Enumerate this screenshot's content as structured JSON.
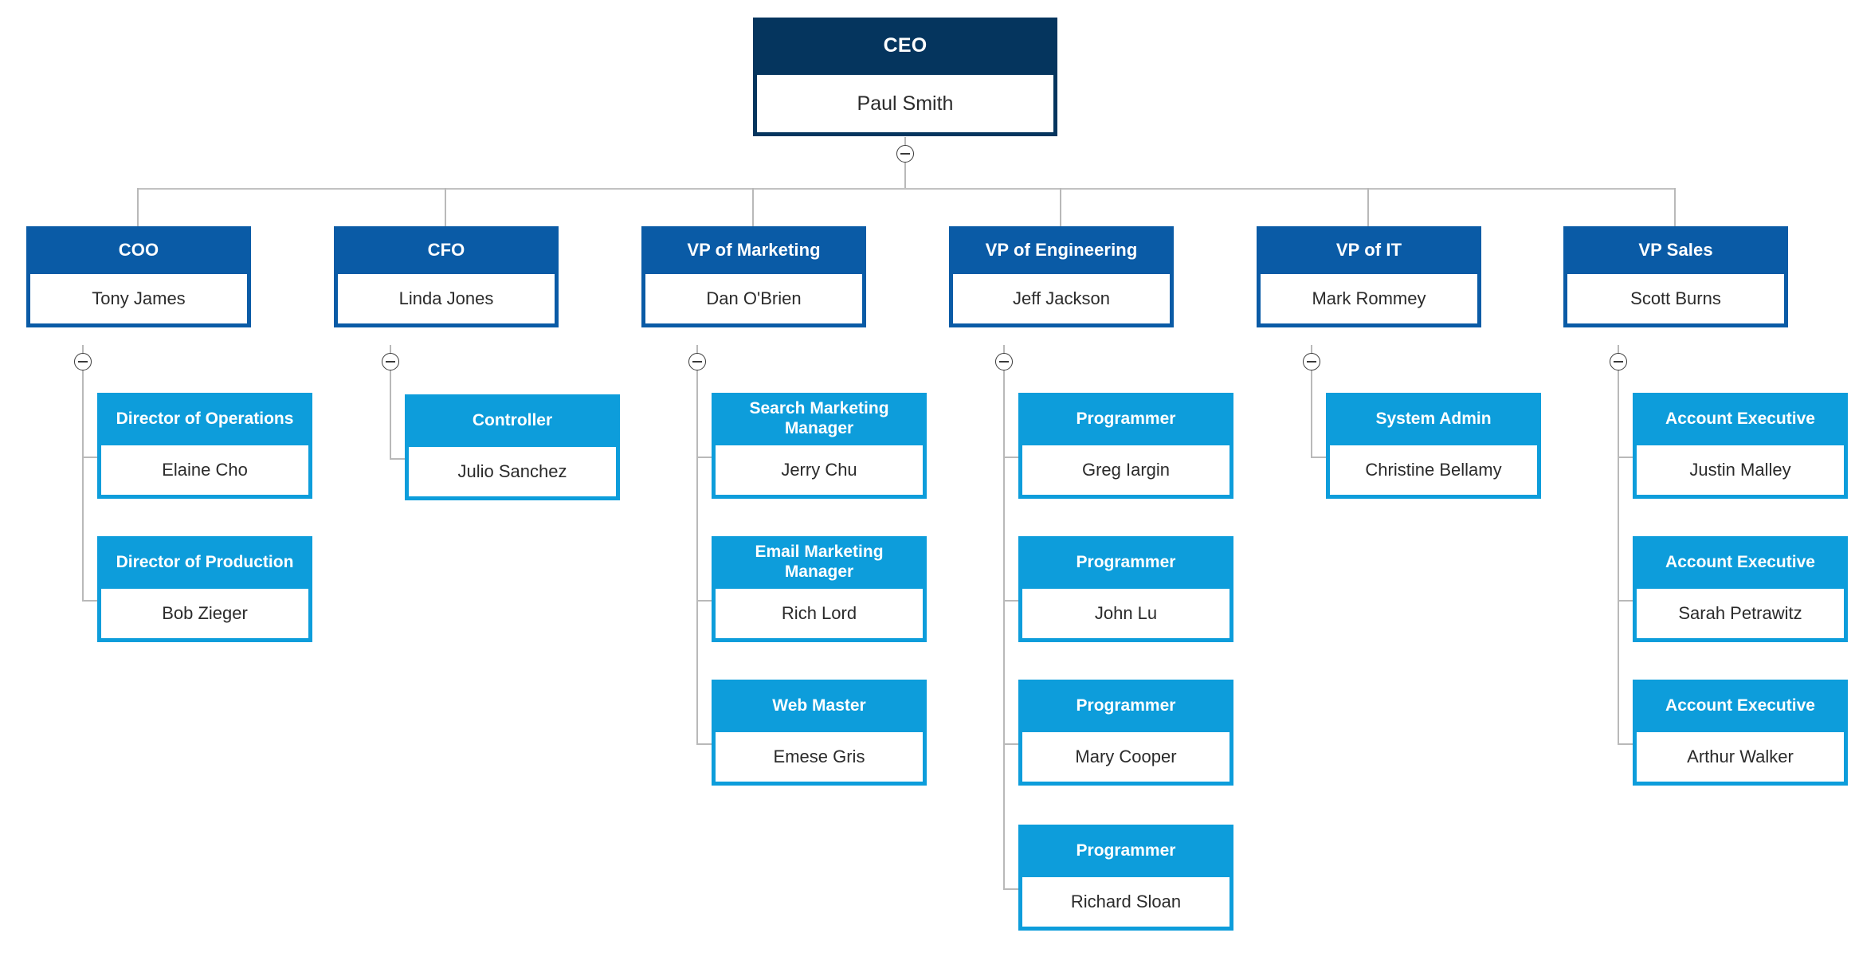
{
  "chart": {
    "type": "org-chart",
    "toggle_icon": "minus-circle-icon",
    "colors": {
      "level1_header": "#05355e",
      "level2_header": "#0a5ba6",
      "level3_header": "#0d9ddb",
      "body": "#ffffff",
      "connector": "#b9b9b9",
      "title_text": "#ffffff",
      "name_text": "#2b2b2b"
    },
    "root": {
      "title": "CEO",
      "name": "Paul Smith"
    },
    "level2": [
      {
        "title": "COO",
        "name": "Tony James"
      },
      {
        "title": "CFO",
        "name": "Linda Jones"
      },
      {
        "title": "VP of Marketing",
        "name": "Dan O'Brien"
      },
      {
        "title": "VP of Engineering",
        "name": "Jeff Jackson"
      },
      {
        "title": "VP of IT",
        "name": "Mark Rommey"
      },
      {
        "title": "VP Sales",
        "name": "Scott Burns"
      }
    ],
    "level3": {
      "coo": [
        {
          "title": "Director of Operations",
          "name": "Elaine Cho"
        },
        {
          "title": "Director of Production",
          "name": "Bob Zieger"
        }
      ],
      "cfo": [
        {
          "title": "Controller",
          "name": "Julio Sanchez"
        }
      ],
      "marketing": [
        {
          "title": "Search Marketing Manager",
          "name": "Jerry Chu"
        },
        {
          "title": "Email Marketing Manager",
          "name": "Rich Lord"
        },
        {
          "title": "Web Master",
          "name": "Emese Gris"
        }
      ],
      "engineering": [
        {
          "title": "Programmer",
          "name": "Greg Iargin"
        },
        {
          "title": "Programmer",
          "name": "John Lu"
        },
        {
          "title": "Programmer",
          "name": "Mary Cooper"
        },
        {
          "title": "Programmer",
          "name": "Richard Sloan"
        }
      ],
      "it": [
        {
          "title": "System Admin",
          "name": "Christine Bellamy"
        }
      ],
      "sales": [
        {
          "title": "Account Executive",
          "name": "Justin Malley"
        },
        {
          "title": "Account Executive",
          "name": "Sarah Petrawitz"
        },
        {
          "title": "Account Executive",
          "name": "Arthur Walker"
        }
      ]
    }
  }
}
